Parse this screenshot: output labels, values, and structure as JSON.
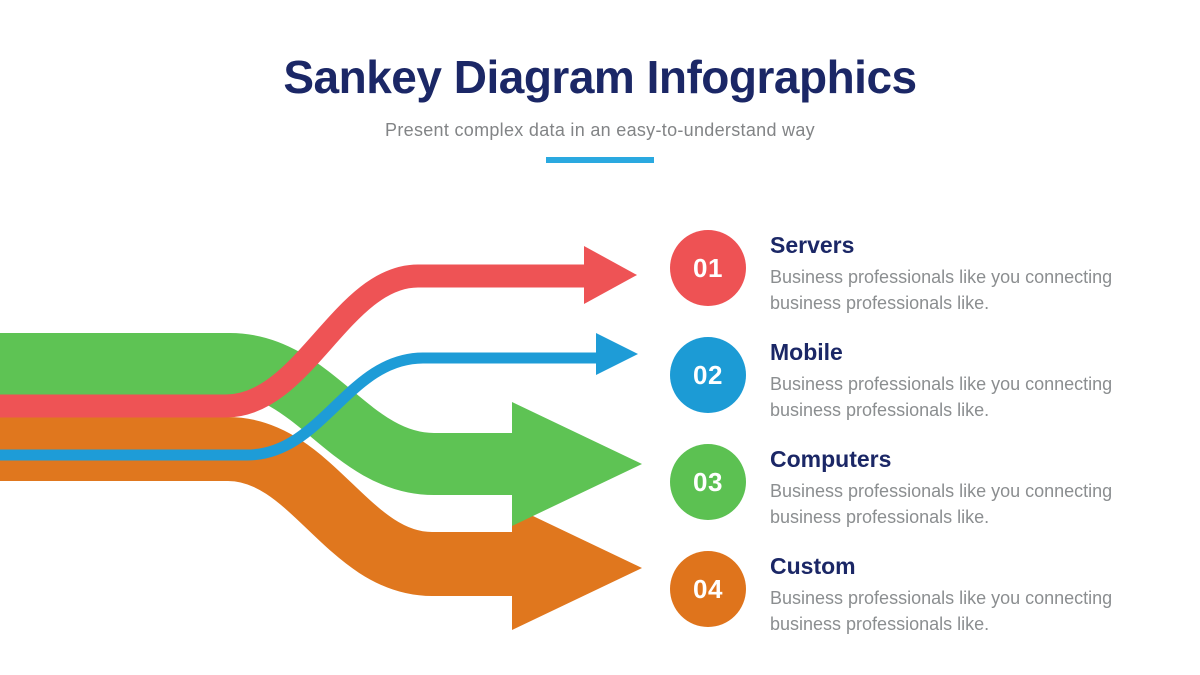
{
  "slide": {
    "title": "Sankey Diagram Infographics",
    "subtitle": "Present complex data in an easy-to-understand way",
    "colors": {
      "background": "#ffffff",
      "title": "#1B2766",
      "subtitle": "#828486",
      "underline": "#2AA9E0",
      "heading": "#1B2766",
      "description": "#8B8E90"
    }
  },
  "items": [
    {
      "number": "01",
      "label": "Servers",
      "description": "Business professionals like you connecting business professionals like.",
      "color": "#EE5254"
    },
    {
      "number": "02",
      "label": "Mobile",
      "description": "Business professionals like you connecting business professionals like.",
      "color": "#1C9BD5"
    },
    {
      "number": "03",
      "label": "Computers",
      "description": "Business professionals like you connecting business professionals like.",
      "color": "#5CC152"
    },
    {
      "number": "04",
      "label": "Custom",
      "description": "Business professionals like you connecting business professionals like.",
      "color": "#DF741C"
    }
  ],
  "diagram": {
    "type": "sankey",
    "flows": [
      {
        "name": "red-flow",
        "target": "Servers",
        "color": "#EE5355"
      },
      {
        "name": "blue-flow",
        "target": "Mobile",
        "color": "#1E9CD7"
      },
      {
        "name": "green-flow",
        "target": "Computers",
        "color": "#5EC354"
      },
      {
        "name": "orange-flow",
        "target": "Custom",
        "color": "#E0771E"
      }
    ]
  }
}
